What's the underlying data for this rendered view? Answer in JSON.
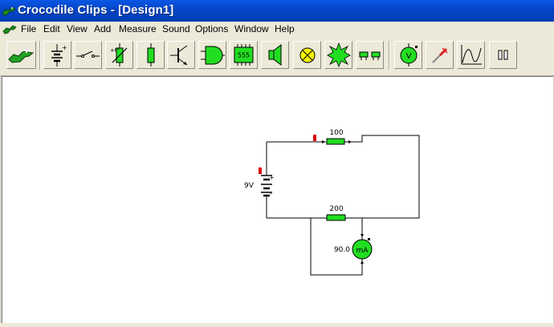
{
  "window": {
    "title": "Crocodile Clips - [Design1]"
  },
  "menu": [
    {
      "label": "File"
    },
    {
      "label": "Edit"
    },
    {
      "label": "View"
    },
    {
      "label": "Add"
    },
    {
      "label": "Measure"
    },
    {
      "label": "Sound"
    },
    {
      "label": "Options"
    },
    {
      "label": "Window"
    },
    {
      "label": "Help"
    }
  ],
  "toolbar": {
    "tools": [
      {
        "icon": "crocodile-logo-icon"
      },
      {
        "icon": "battery-icon"
      },
      {
        "icon": "switch-icon"
      },
      {
        "icon": "variable-resistor-icon"
      },
      {
        "icon": "resistor-icon"
      },
      {
        "icon": "transistor-icon"
      },
      {
        "icon": "and-gate-icon"
      },
      {
        "icon": "ic-555-icon",
        "label": "555"
      },
      {
        "icon": "speaker-icon"
      },
      {
        "icon": "lamp-icon"
      },
      {
        "icon": "buzzer-icon"
      },
      {
        "icon": "connector-icon"
      },
      {
        "icon": "voltmeter-icon",
        "label": "V"
      },
      {
        "icon": "probe-icon"
      },
      {
        "icon": "graph-icon"
      },
      {
        "icon": "pause-icon"
      }
    ]
  },
  "circuit": {
    "battery_label": "9V",
    "resistor_top_label": "100",
    "resistor_mid_label": "200",
    "ammeter_reading": "90.0",
    "ammeter_unit": "mA",
    "battery_plus": "+",
    "battery_minus": "-"
  },
  "colors": {
    "component_green": "#22dd22",
    "marker_red": "#dd0000",
    "titlebar_blue": "#0446c8"
  }
}
